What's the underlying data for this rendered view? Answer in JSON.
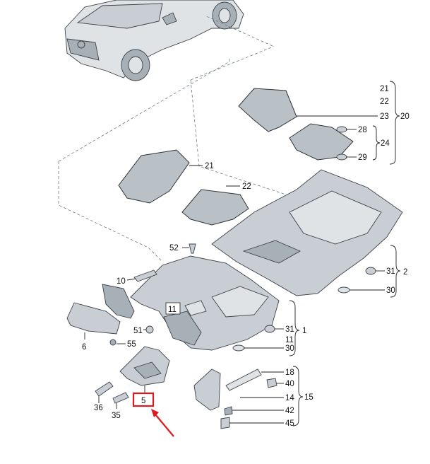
{
  "highlight_color": "#e0191f",
  "callouts": {
    "c21_top": "21",
    "c22_top": "22",
    "c23": "23",
    "c20": "20",
    "c28": "28",
    "c24": "24",
    "c29": "29",
    "c21_mat": "21",
    "c22_mat": "22",
    "c52": "52",
    "c31_rear": "31",
    "c2": "2",
    "c30_rear": "30",
    "c10": "10",
    "c11_center": "11",
    "c31_front": "31",
    "c11_front": "11",
    "c1": "1",
    "c30_front": "30",
    "c51": "51",
    "c55": "55",
    "c6": "6",
    "c18": "18",
    "c40": "40",
    "c14": "14",
    "c15": "15",
    "c42": "42",
    "c45": "45",
    "c36": "36",
    "c35": "35",
    "c5": "5"
  }
}
